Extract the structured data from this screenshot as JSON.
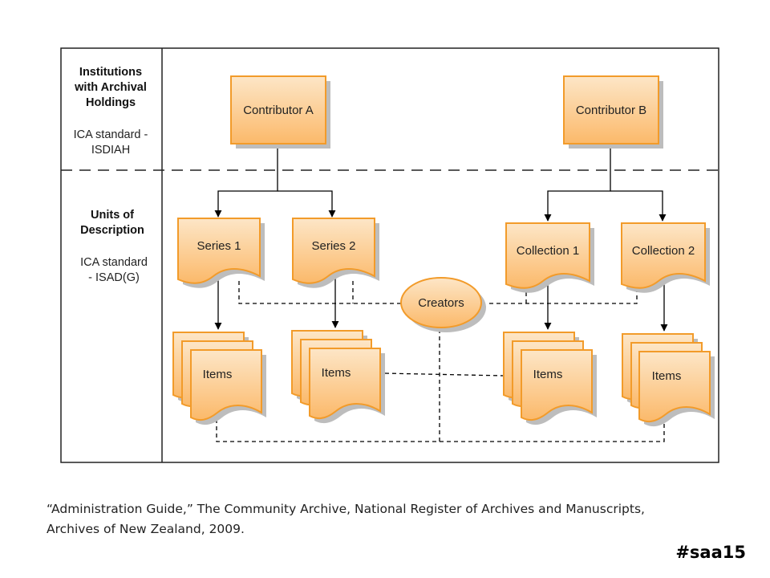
{
  "sidebar": {
    "section1": {
      "title_lines": [
        "Institutions",
        "with Archival",
        "Holdings"
      ],
      "standard_lines": [
        "ICA standard -",
        "ISDIAH"
      ]
    },
    "section2": {
      "title_lines": [
        "Units of",
        "Description"
      ],
      "standard_lines": [
        "ICA standard",
        "- ISAD(G)"
      ]
    }
  },
  "nodes": {
    "contributor_a": "Contributor A",
    "contributor_b": "Contributor B",
    "series_1": "Series 1",
    "series_2": "Series 2",
    "collection_1": "Collection 1",
    "collection_2": "Collection 2",
    "creators": "Creators",
    "items_1": "Items",
    "items_2": "Items",
    "items_3": "Items",
    "items_4": "Items"
  },
  "colors": {
    "fill_top": "#fde6c7",
    "fill_bottom": "#fbb96a",
    "stroke": "#f29b2a",
    "shadow": "#bdbdbd"
  },
  "citation": {
    "line1": "“Administration Guide,” The Community Archive, National Register of Archives and Manuscripts,",
    "line2": "Archives of New Zealand, 2009."
  },
  "hashtag": "#saa15"
}
